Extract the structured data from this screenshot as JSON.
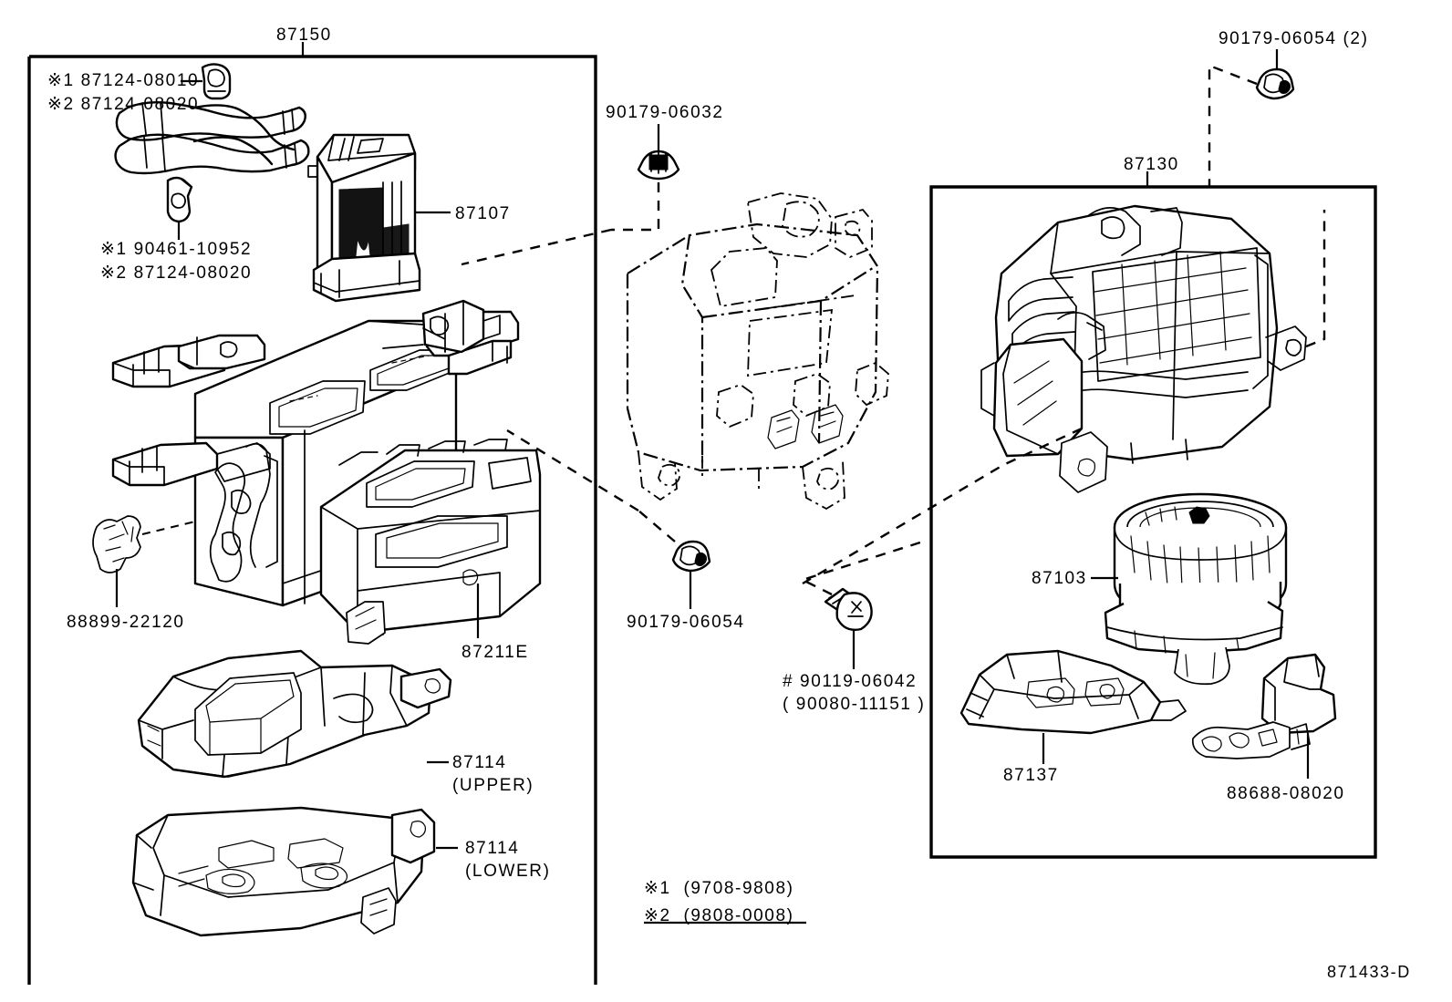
{
  "diagram": {
    "id": "871433-D",
    "title_group_left": "87150",
    "title_group_right": "87130"
  },
  "labels": {
    "group_heater_unit": "87150",
    "group_blower_unit": "87130",
    "hose_clamp_1": "※1 87124-08010",
    "hose_clamp_2": "※2 87124-08020",
    "hose_clip_1": "※1 90461-10952",
    "hose_clip_2": "※2 87124-08020",
    "heater_core": "87107",
    "damper_servo": "88899-22120",
    "heater_case_sub": "87211E",
    "duct_upper_num": "87114",
    "duct_upper_pos": "(UPPER)",
    "duct_lower_num": "87114",
    "duct_lower_pos": "(LOWER)",
    "nut_top_center": "90179-06032",
    "nut_mid_center": "90179-06054",
    "bolt_center_main": "# 90119-06042",
    "bolt_center_alt": "( 90080-11151 )",
    "nut_top_right": "90179-06054 (2)",
    "blower_motor": "87103",
    "blower_bracket": "87137",
    "resistor_clip": "88688-08020"
  },
  "legend": {
    "row1_mark": "※1",
    "row1_range": "(9708-9808)",
    "row2_mark": "※2",
    "row2_range": "(9808-0008)"
  },
  "colors": {
    "line": "#000000",
    "background": "#ffffff"
  }
}
